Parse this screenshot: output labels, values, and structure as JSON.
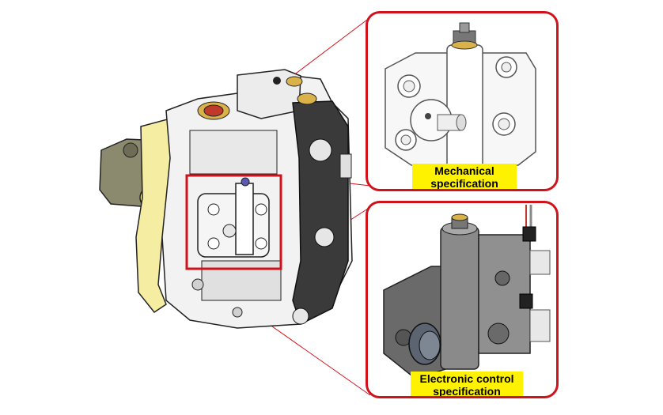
{
  "callouts": {
    "mechanical": {
      "label_line1": "Mechanical",
      "label_line2": "specification"
    },
    "electronic": {
      "label_line1": "Electronic control",
      "label_line2": "specification"
    }
  },
  "colors": {
    "callout_border": "#d0121b",
    "label_background": "#fff200",
    "pump_body_white": "#f2f2f2",
    "pump_body_yellow": "#f5eea2",
    "pump_dark": "#3a3a3a",
    "pump_khaki": "#8c8a6e",
    "accent_red": "#c0392b",
    "accent_gold": "#d9b24a"
  }
}
